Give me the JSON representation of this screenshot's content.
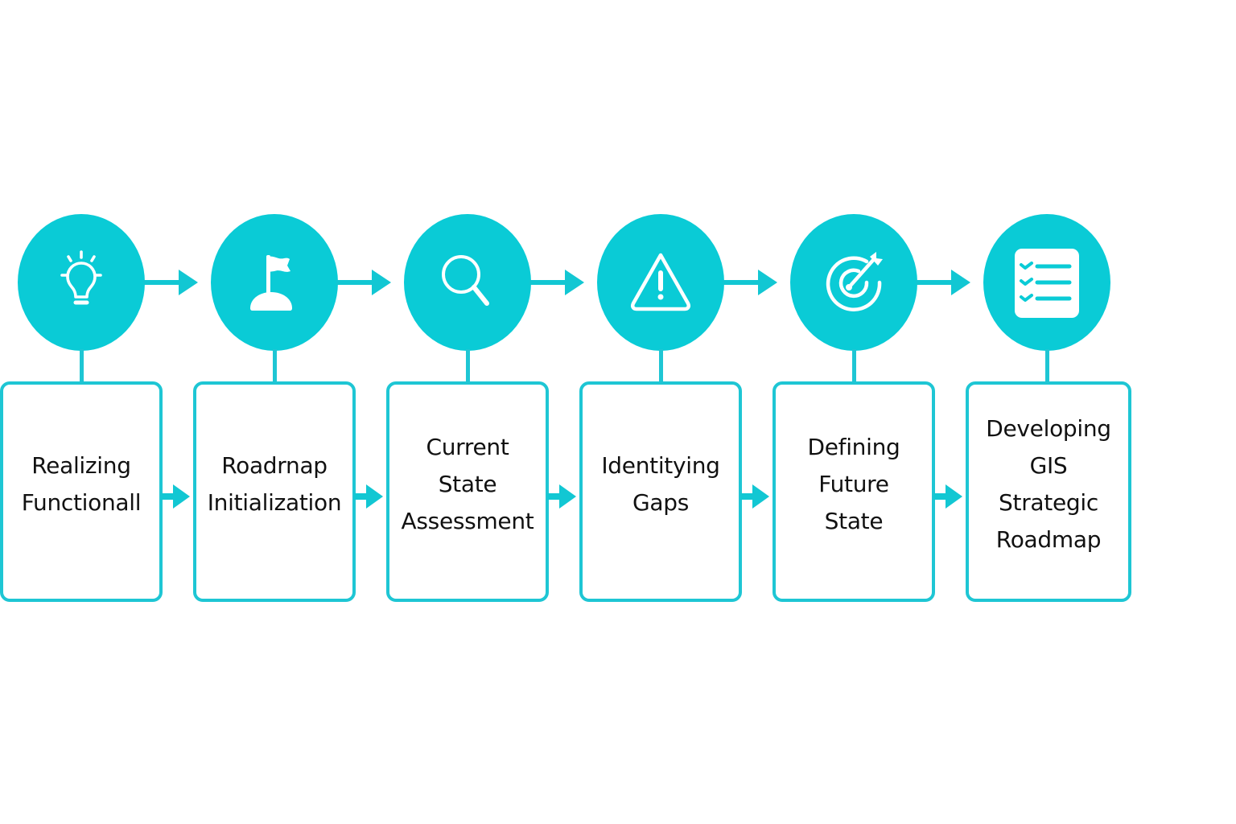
{
  "diagram": {
    "type": "process-flow",
    "accent_color": "#0acbd6",
    "border_color": "#1ec6d4",
    "text_color": "#111111",
    "background_color": "#ffffff",
    "steps": [
      {
        "label": "Realizing\nFunctionall",
        "icon": "lightbulb-icon"
      },
      {
        "label": "Roadrnap\nInitialization",
        "icon": "flag-icon"
      },
      {
        "label": "Current\nState\nAssessment",
        "icon": "search-icon"
      },
      {
        "label": "Identitying\nGaps",
        "icon": "warning-icon"
      },
      {
        "label": "Defining\nFuture\nState",
        "icon": "target-icon"
      },
      {
        "label": "Developing\nGIS\nStrategic\nRoadmap",
        "icon": "checklist-icon"
      }
    ],
    "connectors": [
      {
        "from": 0,
        "to": 1
      },
      {
        "from": 1,
        "to": 2
      },
      {
        "from": 2,
        "to": 3
      },
      {
        "from": 3,
        "to": 4
      },
      {
        "from": 4,
        "to": 5
      }
    ]
  }
}
